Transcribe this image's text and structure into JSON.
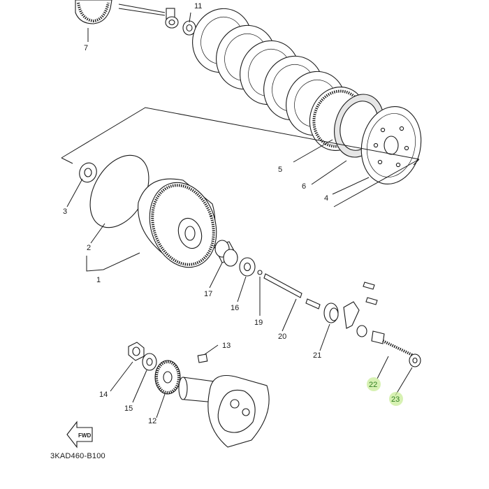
{
  "diagram_code": "3KAD460-B100",
  "fwd_label": "FWD",
  "highlight_color": "#c9ec9a",
  "callouts": {
    "p1": "1",
    "p2": "2",
    "p3": "3",
    "p4": "4",
    "p5": "5",
    "p6": "6",
    "p7": "7",
    "p11": "11",
    "p12": "12",
    "p13": "13",
    "p14": "14",
    "p15": "15",
    "p16": "16",
    "p17": "17",
    "p19": "19",
    "p20": "20",
    "p21": "21",
    "p22": "22",
    "p23": "23"
  },
  "highlighted": [
    "22",
    "23"
  ]
}
